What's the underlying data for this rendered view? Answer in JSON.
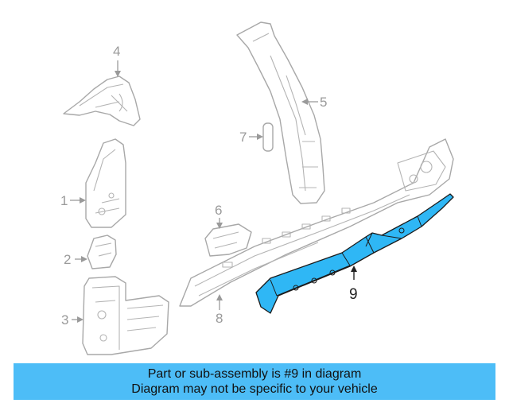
{
  "callouts": [
    {
      "id": "1",
      "label": "1"
    },
    {
      "id": "2",
      "label": "2"
    },
    {
      "id": "3",
      "label": "3"
    },
    {
      "id": "4",
      "label": "4"
    },
    {
      "id": "5",
      "label": "5"
    },
    {
      "id": "6",
      "label": "6"
    },
    {
      "id": "7",
      "label": "7"
    },
    {
      "id": "8",
      "label": "8"
    },
    {
      "id": "9",
      "label": "9"
    }
  ],
  "highlighted_part": "9",
  "colors": {
    "highlight_fill": "#2fb7f5",
    "banner_background": "#4dbdf7",
    "line_art": "#a8a8a8"
  },
  "banner": {
    "line1": "Part or sub-assembly is #9 in diagram",
    "line2": "Diagram may not be specific to your vehicle"
  }
}
